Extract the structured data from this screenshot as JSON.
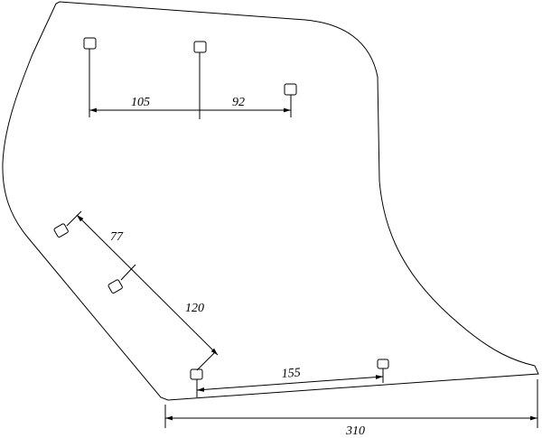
{
  "drawing": {
    "dimensions": {
      "top_left": "105",
      "top_right": "92",
      "diag_upper": "77",
      "diag_lower": "120",
      "bottom_holes": "155",
      "overall": "310"
    },
    "line_color": "#000000",
    "background": "#ffffff"
  }
}
